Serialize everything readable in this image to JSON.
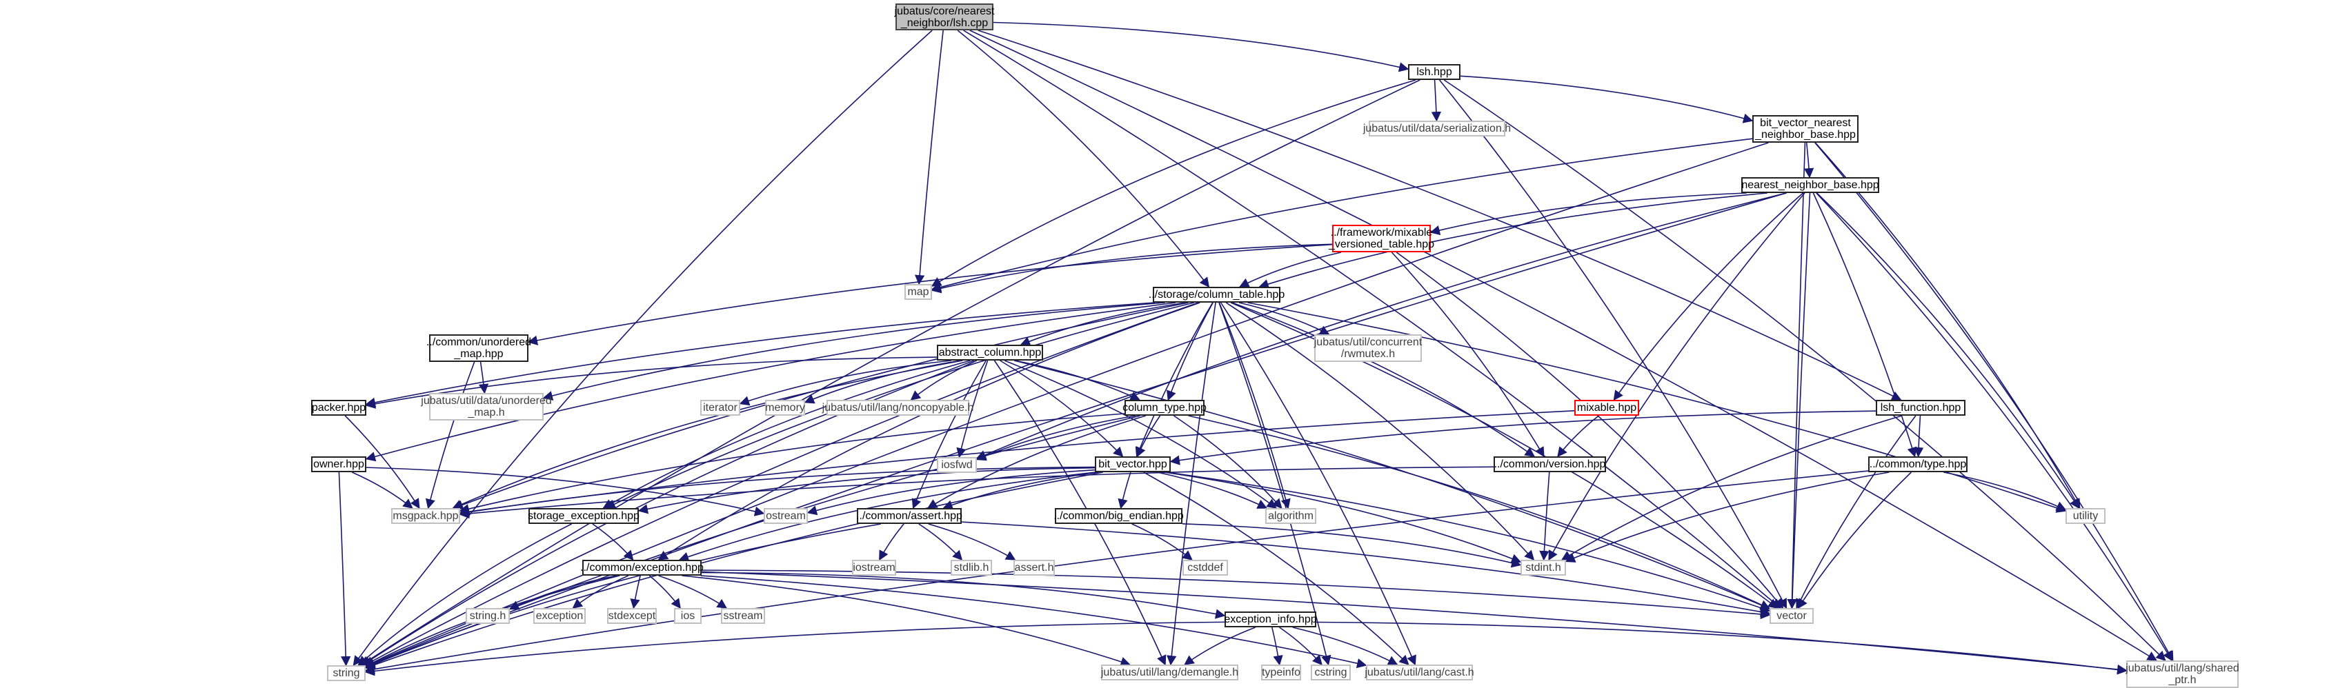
{
  "colors": {
    "edge": "#191970",
    "root_fill": "#bfbfbf",
    "highlight_border": "#ff0000",
    "external_border": "#c0c0c0"
  },
  "nodes": [
    {
      "id": "root",
      "lines": [
        "jubatus/core/nearest",
        "_neighbor/lsh.cpp"
      ],
      "kind": "root"
    },
    {
      "id": "lsh_hpp",
      "lines": [
        "lsh.hpp"
      ],
      "kind": "file"
    },
    {
      "id": "serialization",
      "lines": [
        "jubatus/util/data/serialization.h"
      ],
      "kind": "ext"
    },
    {
      "id": "bitvec_base",
      "lines": [
        "bit_vector_nearest",
        "_neighbor_base.hpp"
      ],
      "kind": "file"
    },
    {
      "id": "nn_base",
      "lines": [
        "nearest_neighbor_base.hpp"
      ],
      "kind": "file"
    },
    {
      "id": "mixable_vt",
      "lines": [
        "../framework/mixable",
        "_versioned_table.hpp"
      ],
      "kind": "red"
    },
    {
      "id": "map",
      "lines": [
        "map"
      ],
      "kind": "ext"
    },
    {
      "id": "column_table",
      "lines": [
        "../storage/column_table.hpp"
      ],
      "kind": "file"
    },
    {
      "id": "rwmutex",
      "lines": [
        "jubatus/util/concurrent",
        "/rwmutex.h"
      ],
      "kind": "ext"
    },
    {
      "id": "unordered_map_hpp",
      "lines": [
        "../common/unordered",
        "_map.hpp"
      ],
      "kind": "file"
    },
    {
      "id": "unordered_map_h",
      "lines": [
        "jubatus/util/data/unordered",
        "_map.h"
      ],
      "kind": "ext"
    },
    {
      "id": "abstract_column",
      "lines": [
        "abstract_column.hpp"
      ],
      "kind": "file"
    },
    {
      "id": "iterator",
      "lines": [
        "iterator"
      ],
      "kind": "ext"
    },
    {
      "id": "memory",
      "lines": [
        "memory"
      ],
      "kind": "ext"
    },
    {
      "id": "noncopyable",
      "lines": [
        "jubatus/util/lang/noncopyable.h"
      ],
      "kind": "ext"
    },
    {
      "id": "packer",
      "lines": [
        "packer.hpp"
      ],
      "kind": "file"
    },
    {
      "id": "owner",
      "lines": [
        "owner.hpp"
      ],
      "kind": "file"
    },
    {
      "id": "column_type",
      "lines": [
        "column_type.hpp"
      ],
      "kind": "file"
    },
    {
      "id": "iosfwd",
      "lines": [
        "iosfwd"
      ],
      "kind": "ext"
    },
    {
      "id": "bit_vector",
      "lines": [
        "bit_vector.hpp"
      ],
      "kind": "file"
    },
    {
      "id": "mixable",
      "lines": [
        "mixable.hpp"
      ],
      "kind": "red"
    },
    {
      "id": "lsh_function",
      "lines": [
        "lsh_function.hpp"
      ],
      "kind": "file"
    },
    {
      "id": "version",
      "lines": [
        "../common/version.hpp"
      ],
      "kind": "file"
    },
    {
      "id": "common_type",
      "lines": [
        "../common/type.hpp"
      ],
      "kind": "file"
    },
    {
      "id": "utility",
      "lines": [
        "utility"
      ],
      "kind": "ext"
    },
    {
      "id": "msgpack",
      "lines": [
        "msgpack.hpp"
      ],
      "kind": "ext"
    },
    {
      "id": "storage_exc",
      "lines": [
        "storage_exception.hpp"
      ],
      "kind": "file"
    },
    {
      "id": "ostream",
      "lines": [
        "ostream"
      ],
      "kind": "ext"
    },
    {
      "id": "assert",
      "lines": [
        "../common/assert.hpp"
      ],
      "kind": "file"
    },
    {
      "id": "big_endian",
      "lines": [
        "../common/big_endian.hpp"
      ],
      "kind": "file"
    },
    {
      "id": "algorithm",
      "lines": [
        "algorithm"
      ],
      "kind": "ext"
    },
    {
      "id": "iostream",
      "lines": [
        "iostream"
      ],
      "kind": "ext"
    },
    {
      "id": "stdlib",
      "lines": [
        "stdlib.h"
      ],
      "kind": "ext"
    },
    {
      "id": "assert_h",
      "lines": [
        "assert.h"
      ],
      "kind": "ext"
    },
    {
      "id": "cstddef",
      "lines": [
        "cstddef"
      ],
      "kind": "ext"
    },
    {
      "id": "stdint",
      "lines": [
        "stdint.h"
      ],
      "kind": "ext"
    },
    {
      "id": "exception_hpp",
      "lines": [
        "../common/exception.hpp"
      ],
      "kind": "file"
    },
    {
      "id": "string_h",
      "lines": [
        "string.h"
      ],
      "kind": "ext"
    },
    {
      "id": "exception",
      "lines": [
        "exception"
      ],
      "kind": "ext"
    },
    {
      "id": "stdexcept",
      "lines": [
        "stdexcept"
      ],
      "kind": "ext"
    },
    {
      "id": "ios",
      "lines": [
        "ios"
      ],
      "kind": "ext"
    },
    {
      "id": "sstream",
      "lines": [
        "sstream"
      ],
      "kind": "ext"
    },
    {
      "id": "exception_info",
      "lines": [
        "exception_info.hpp"
      ],
      "kind": "file"
    },
    {
      "id": "vector",
      "lines": [
        "vector"
      ],
      "kind": "ext"
    },
    {
      "id": "string",
      "lines": [
        "string"
      ],
      "kind": "ext"
    },
    {
      "id": "demangle",
      "lines": [
        "jubatus/util/lang/demangle.h"
      ],
      "kind": "ext"
    },
    {
      "id": "typeinfo",
      "lines": [
        "typeinfo"
      ],
      "kind": "ext"
    },
    {
      "id": "cstring",
      "lines": [
        "cstring"
      ],
      "kind": "ext"
    },
    {
      "id": "cast",
      "lines": [
        "jubatus/util/lang/cast.h"
      ],
      "kind": "ext"
    },
    {
      "id": "shared_ptr",
      "lines": [
        "jubatus/util/lang/shared",
        "_ptr.h"
      ],
      "kind": "ext"
    }
  ],
  "edges": [
    [
      "root",
      "lsh_hpp"
    ],
    [
      "root",
      "map"
    ],
    [
      "root",
      "column_table"
    ],
    [
      "root",
      "vector"
    ],
    [
      "root",
      "string"
    ],
    [
      "root",
      "shared_ptr"
    ],
    [
      "root",
      "lsh_function"
    ],
    [
      "lsh_hpp",
      "serialization"
    ],
    [
      "lsh_hpp",
      "bitvec_base"
    ],
    [
      "lsh_hpp",
      "map"
    ],
    [
      "lsh_hpp",
      "string"
    ],
    [
      "lsh_hpp",
      "vector"
    ],
    [
      "lsh_hpp",
      "shared_ptr"
    ],
    [
      "bitvec_base",
      "nn_base"
    ],
    [
      "bitvec_base",
      "map"
    ],
    [
      "bitvec_base",
      "string"
    ],
    [
      "bitvec_base",
      "utility"
    ],
    [
      "bitvec_base",
      "vector"
    ],
    [
      "bitvec_base",
      "shared_ptr"
    ],
    [
      "nn_base",
      "mixable_vt"
    ],
    [
      "nn_base",
      "column_table"
    ],
    [
      "nn_base",
      "mixable"
    ],
    [
      "nn_base",
      "common_type"
    ],
    [
      "nn_base",
      "string"
    ],
    [
      "nn_base",
      "vector"
    ],
    [
      "nn_base",
      "stdint"
    ],
    [
      "nn_base",
      "iosfwd"
    ],
    [
      "nn_base",
      "utility"
    ],
    [
      "nn_base",
      "shared_ptr"
    ],
    [
      "mixable_vt",
      "map"
    ],
    [
      "mixable_vt",
      "column_table"
    ],
    [
      "mixable_vt",
      "version"
    ],
    [
      "mixable_vt",
      "unordered_map_hpp"
    ],
    [
      "mixable_vt",
      "vector"
    ],
    [
      "column_table",
      "rwmutex"
    ],
    [
      "column_table",
      "unordered_map_h"
    ],
    [
      "column_table",
      "abstract_column"
    ],
    [
      "column_table",
      "packer"
    ],
    [
      "column_table",
      "owner"
    ],
    [
      "column_table",
      "column_type"
    ],
    [
      "column_table",
      "bit_vector"
    ],
    [
      "column_table",
      "storage_exc"
    ],
    [
      "column_table",
      "msgpack"
    ],
    [
      "column_table",
      "string"
    ],
    [
      "column_table",
      "vector"
    ],
    [
      "column_table",
      "algorithm"
    ],
    [
      "column_table",
      "stdint"
    ],
    [
      "column_table",
      "exception_hpp"
    ],
    [
      "column_table",
      "version"
    ],
    [
      "column_table",
      "utility"
    ],
    [
      "column_table",
      "cstring"
    ],
    [
      "column_table",
      "cast"
    ],
    [
      "column_table",
      "demangle"
    ],
    [
      "unordered_map_hpp",
      "unordered_map_h"
    ],
    [
      "unordered_map_hpp",
      "msgpack"
    ],
    [
      "abstract_column",
      "iterator"
    ],
    [
      "abstract_column",
      "memory"
    ],
    [
      "abstract_column",
      "noncopyable"
    ],
    [
      "abstract_column",
      "packer"
    ],
    [
      "abstract_column",
      "column_type"
    ],
    [
      "abstract_column",
      "iosfwd"
    ],
    [
      "abstract_column",
      "bit_vector"
    ],
    [
      "abstract_column",
      "assert"
    ],
    [
      "abstract_column",
      "storage_exc"
    ],
    [
      "abstract_column",
      "msgpack"
    ],
    [
      "abstract_column",
      "string"
    ],
    [
      "abstract_column",
      "vector"
    ],
    [
      "abstract_column",
      "algorithm"
    ],
    [
      "abstract_column",
      "demangle"
    ],
    [
      "packer",
      "msgpack"
    ],
    [
      "owner",
      "msgpack"
    ],
    [
      "owner",
      "ostream"
    ],
    [
      "owner",
      "string"
    ],
    [
      "column_type",
      "iosfwd"
    ],
    [
      "column_type",
      "bit_vector"
    ],
    [
      "column_type",
      "msgpack"
    ],
    [
      "column_type",
      "string"
    ],
    [
      "column_type",
      "algorithm"
    ],
    [
      "column_type",
      "assert"
    ],
    [
      "column_type",
      "vector"
    ],
    [
      "bit_vector",
      "msgpack"
    ],
    [
      "bit_vector",
      "storage_exc"
    ],
    [
      "bit_vector",
      "ostream"
    ],
    [
      "bit_vector",
      "assert"
    ],
    [
      "bit_vector",
      "big_endian"
    ],
    [
      "bit_vector",
      "algorithm"
    ],
    [
      "bit_vector",
      "stdint"
    ],
    [
      "bit_vector",
      "string"
    ],
    [
      "bit_vector",
      "vector"
    ],
    [
      "bit_vector",
      "cast"
    ],
    [
      "bit_vector",
      "exception_hpp"
    ],
    [
      "mixable",
      "version"
    ],
    [
      "mixable",
      "msgpack"
    ],
    [
      "lsh_function",
      "bit_vector"
    ],
    [
      "lsh_function",
      "common_type"
    ],
    [
      "lsh_function",
      "vector"
    ],
    [
      "lsh_function",
      "stdint"
    ],
    [
      "version",
      "stdint"
    ],
    [
      "version",
      "msgpack"
    ],
    [
      "common_type",
      "utility"
    ],
    [
      "common_type",
      "vector"
    ],
    [
      "common_type",
      "stdint"
    ],
    [
      "common_type",
      "string"
    ],
    [
      "storage_exc",
      "exception_hpp"
    ],
    [
      "storage_exc",
      "string"
    ],
    [
      "assert",
      "iostream"
    ],
    [
      "assert",
      "stdlib"
    ],
    [
      "assert",
      "assert_h"
    ],
    [
      "assert",
      "string"
    ],
    [
      "assert",
      "vector"
    ],
    [
      "big_endian",
      "cstddef"
    ],
    [
      "big_endian",
      "stdint"
    ],
    [
      "exception_hpp",
      "string_h"
    ],
    [
      "exception_hpp",
      "exception"
    ],
    [
      "exception_hpp",
      "stdexcept"
    ],
    [
      "exception_hpp",
      "ios"
    ],
    [
      "exception_hpp",
      "sstream"
    ],
    [
      "exception_hpp",
      "exception_info"
    ],
    [
      "exception_hpp",
      "string"
    ],
    [
      "exception_hpp",
      "vector"
    ],
    [
      "exception_hpp",
      "demangle"
    ],
    [
      "exception_hpp",
      "shared_ptr"
    ],
    [
      "exception_hpp",
      "cast"
    ],
    [
      "exception_info",
      "typeinfo"
    ],
    [
      "exception_info",
      "cstring"
    ],
    [
      "exception_info",
      "demangle"
    ],
    [
      "exception_info",
      "cast"
    ],
    [
      "exception_info",
      "string"
    ],
    [
      "exception_info",
      "shared_ptr"
    ]
  ]
}
